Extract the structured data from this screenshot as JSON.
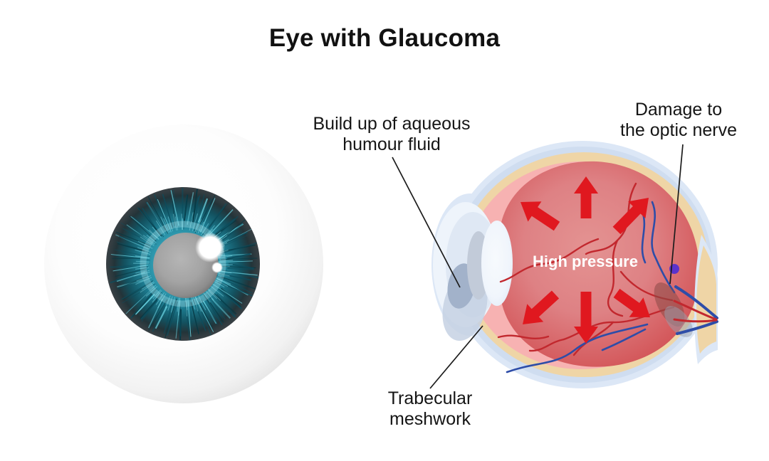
{
  "title": "Eye with Glaucoma",
  "labels": {
    "build_up": {
      "line1": "Build up of aqueous",
      "line2": "humour fluid"
    },
    "damage": {
      "line1": "Damage to",
      "line2": "the optic nerve"
    },
    "trabecular": {
      "line1": "Trabecular",
      "line2": "meshwork"
    },
    "high_pressure": "High pressure"
  },
  "colors": {
    "arrow_red": "#e0181f",
    "artery_red": "#c2282e",
    "vein_blue": "#2e4da8",
    "vitreous_red": "#d4595c",
    "sclera_tan": "#efd5a6",
    "outer_blue": "#dce7f6",
    "inner_pink": "#f7b2b2",
    "iris_teal": "#2f9fb5",
    "pupil_gray": "#9b9b9b",
    "optic_dot_purple": "#5a33cc",
    "pointer_line": "#1c1c1c",
    "title_text": "#111111",
    "pressure_text": "#ffffff"
  }
}
